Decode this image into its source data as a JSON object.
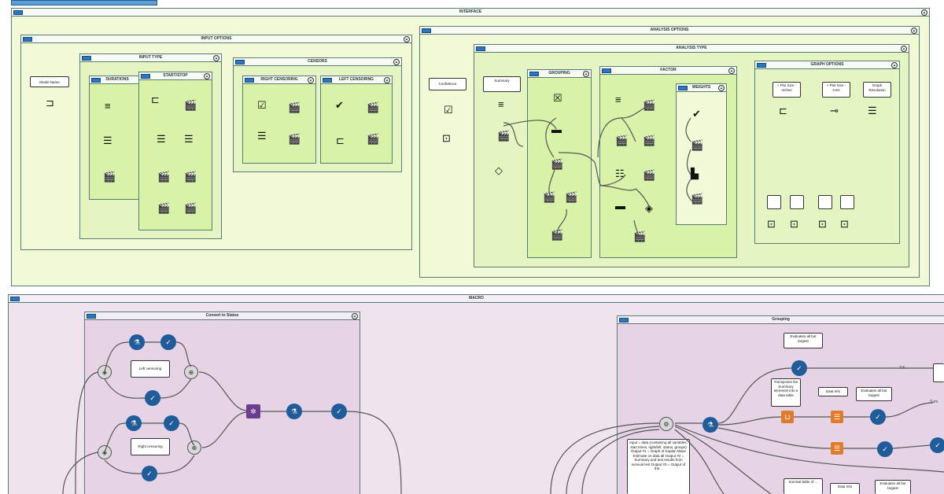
{
  "interface": {
    "title": "INTERFACE",
    "input_options": {
      "title": "INPUT OPTIONS",
      "model_name_label": "Model Name",
      "input_type": {
        "title": "INPUT TYPE",
        "durations_title": "DURATIONS",
        "start_stop_title": "START/STOP"
      },
      "censors": {
        "title": "CENSORS",
        "right_title": "RIGHT CENSORING",
        "left_title": "LEFT CENSORING"
      }
    },
    "analysis_options": {
      "title": "ANALYSIS OPTIONS",
      "confidence_label": "Confidence",
      "analysis_type": {
        "title": "ANALYSIS TYPE",
        "summary_label": "Summary",
        "grouping_title": "GROUPING",
        "factor_title": "FACTOR",
        "weights_title": "WEIGHTS"
      },
      "graph_options": {
        "title": "GRAPH OPTIONS",
        "btn_inches": "+ Plot Size - Inches",
        "btn_cms": "+ Plot Size - Cms",
        "btn_resolution": "Graph Resolution"
      }
    }
  },
  "macro": {
    "title": "MACRO",
    "convert_to_status": {
      "title": "Convert to Status",
      "left_label": "Left censoring",
      "right_label": "Right censoring"
    },
    "grouping": {
      "title": "Grouping",
      "evaluate_label_1": "Evaluates all but largest",
      "transpose_label": "Transposes the Summary elements into a data table",
      "data_info_label": "Data Info",
      "evaluate_label_2": "Evaluates all but largest",
      "input_output_note": "Input = data (containing all variables, start times, right/left, status, groups) Output #1 = Graph of Kaplan Meier Estimate on data all Output #2 = Summary and test results from survival test Output #3 = Output of the...",
      "survival_table_label": "Survival table of ...",
      "data_info_label_2": "Data Info",
      "evaluate_label_3": "Evaluates all but largest",
      "wire_label_true": "T/F",
      "wire_label_sum": "Sum"
    }
  },
  "icon_names": [
    "check-icon",
    "clapper-icon",
    "dropdown-icon",
    "list-icon",
    "blue-tool-icon",
    "gray-tool-icon"
  ]
}
